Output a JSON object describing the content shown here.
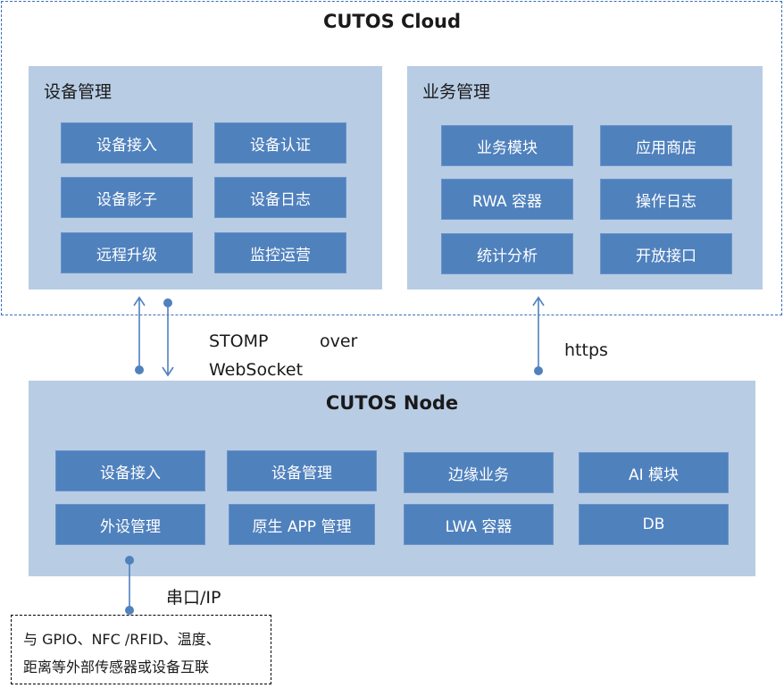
{
  "cloud": {
    "title": "CUTOS Cloud",
    "device_mgmt": {
      "title": "设备管理",
      "items": [
        "设备接入",
        "设备认证",
        "设备影子",
        "设备日志",
        "远程升级",
        "监控运营"
      ]
    },
    "business_mgmt": {
      "title": "业务管理",
      "items": [
        "业务模块",
        "应用商店",
        "RWA 容器",
        "操作日志",
        "统计分析",
        "开放接口"
      ]
    }
  },
  "connections": {
    "protocol_a": "STOMP",
    "protocol_b": "over",
    "protocol_c": "WebSocket",
    "https": "https",
    "serial": "串口/IP"
  },
  "node": {
    "title": "CUTOS Node",
    "items": [
      "设备接入",
      "设备管理",
      "边缘业务",
      "AI 模块",
      "外设管理",
      "原生 APP 管理",
      "LWA 容器",
      "DB"
    ]
  },
  "devices": {
    "line1": "与 GPIO、NFC /RFID、温度、",
    "line2": "距离等外部传感器或设备互联"
  },
  "colors": {
    "panel": "#b8cce4",
    "box": "#4f81bd",
    "connector": "#4f81bd",
    "frame": "#3a6fb5"
  }
}
